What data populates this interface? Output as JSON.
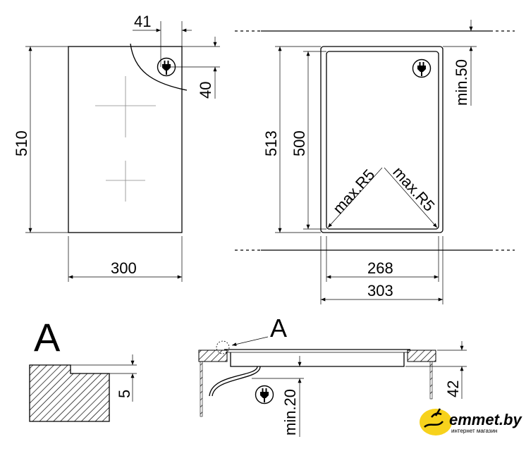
{
  "top_view": {
    "dim_width": "300",
    "dim_height": "510",
    "dim_plug_x": "41",
    "dim_plug_y": "40"
  },
  "cutout_view": {
    "dim_outer_height": "513",
    "dim_inner_height": "500",
    "dim_min_clearance": "min.50",
    "radius_left": "max.R5",
    "radius_right": "max.R5",
    "dim_inner_width": "268",
    "dim_outer_width": "303"
  },
  "detail_a": {
    "label": "A",
    "dim_depth": "5"
  },
  "section_view": {
    "detail_label": "A",
    "dim_min_below": "min.20",
    "dim_height": "42"
  },
  "watermark": {
    "brand": "emmet.by",
    "tagline": "интернет магазин",
    "color": "#f7d21c"
  },
  "icons": [
    "plug-icon"
  ]
}
